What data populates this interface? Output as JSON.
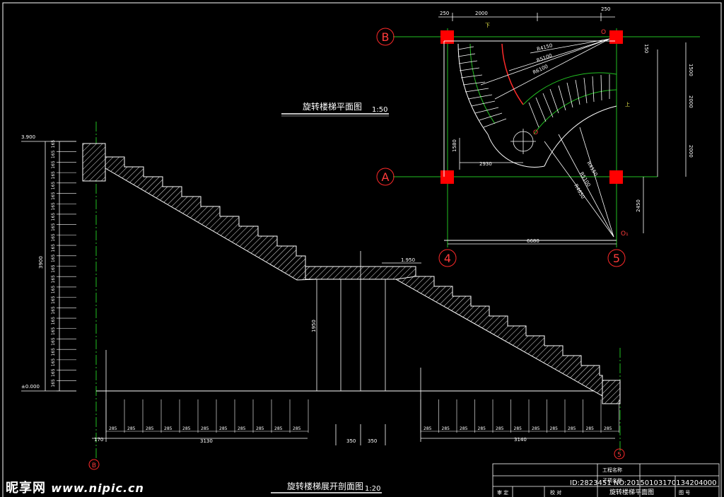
{
  "plan": {
    "title": "旋转楼梯平面图",
    "scale": "1:50",
    "axes": {
      "B": "B",
      "A": "A",
      "n4": "4",
      "n5": "5"
    },
    "centers": {
      "top": "O",
      "mid": "O",
      "bottom": "O₁"
    },
    "dims": {
      "top_250_left": "250",
      "top_2000": "2000",
      "top_250_right": "250",
      "right_1500": "1500",
      "right_2000_a": "2000",
      "right_2000_b": "2000",
      "right_150": "150",
      "left_1580": "1580",
      "mid_2930": "2930",
      "right_2450": "2450",
      "bottom_6680": "6680",
      "r4150": "R4150",
      "r5100": "R5100",
      "r6100": "R6100",
      "r4150b": "R4150",
      "r5100b": "R5100",
      "r4650": "R4650",
      "up_label_1": "下",
      "up_label_2": "上"
    }
  },
  "section": {
    "title": "旋转楼梯展开剖面图",
    "scale": "1:20",
    "elev_top": "3.900",
    "elev_mid": "1.950",
    "elev_zero": "±0.000",
    "riser_label": "165",
    "total_height": "3900",
    "landing_height": "1950",
    "tread_label": "285",
    "left_run": "3130",
    "right_run": "3140",
    "left_offset": "170",
    "landing_a": "350",
    "landing_b": "350",
    "axis_left": "B",
    "axis_right": "5"
  },
  "title_block": {
    "project_label": "工程名称",
    "sub_label": "子项名称",
    "approve": "审 定",
    "check": "校 对",
    "drawing_name": "旋转楼梯平面图",
    "drawing_no": "图 号"
  },
  "watermark": {
    "brand": "昵享网",
    "url": "www.nipic.cn",
    "id_text": "ID:2823451 NO:20150103170134204000"
  },
  "colors": {
    "line": "#ffffff",
    "axis": "#22c022",
    "column": "#ff0000",
    "accent": "#ff2a2a"
  }
}
